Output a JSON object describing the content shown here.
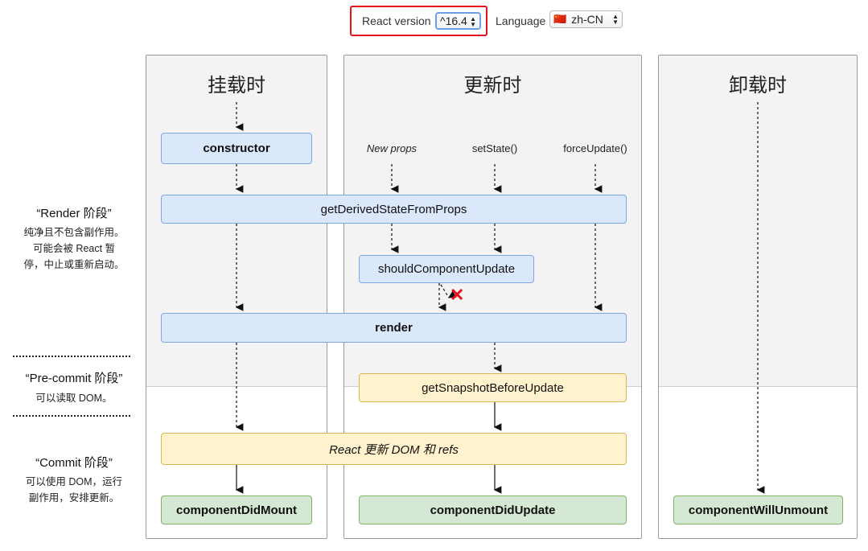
{
  "controls": {
    "react_version_label": "React version",
    "react_version_value": "^16.4",
    "language_label": "Language",
    "language_flag": "🇨🇳",
    "language_value": "zh-CN"
  },
  "columns": {
    "mounting": {
      "title": "挂载时"
    },
    "updating": {
      "title": "更新时"
    },
    "unmounting": {
      "title": "卸载时"
    }
  },
  "phases": {
    "render": {
      "title": "“Render 阶段”",
      "desc": [
        "纯净且不包含副作用。",
        "可能会被 React 暂",
        "停，中止或重新启动。"
      ]
    },
    "precommit": {
      "title": "“Pre-commit 阶段”",
      "desc": [
        "可以读取 DOM。"
      ]
    },
    "commit": {
      "title": "“Commit 阶段”",
      "desc": [
        "可以使用 DOM，运行",
        "副作用，安排更新。"
      ]
    }
  },
  "triggers": {
    "new_props": "New props",
    "set_state": "setState()",
    "force_update": "forceUpdate()"
  },
  "methods": {
    "constructor": "constructor",
    "get_derived_state_from_props": "getDerivedStateFromProps",
    "should_component_update": "shouldComponentUpdate",
    "render": "render",
    "get_snapshot_before_update": "getSnapshotBeforeUpdate",
    "react_updates_dom": "React 更新 DOM 和 refs",
    "component_did_mount": "componentDidMount",
    "component_did_update": "componentDidUpdate",
    "component_will_unmount": "componentWillUnmount"
  },
  "colors": {
    "render_phase_box": "#dbe8fc",
    "commit_phase_box": "#fff2cc",
    "lifecycle_end_box": "#d5e8d4",
    "cancel_mark": "#e3121b",
    "highlight": "#e3121b"
  }
}
